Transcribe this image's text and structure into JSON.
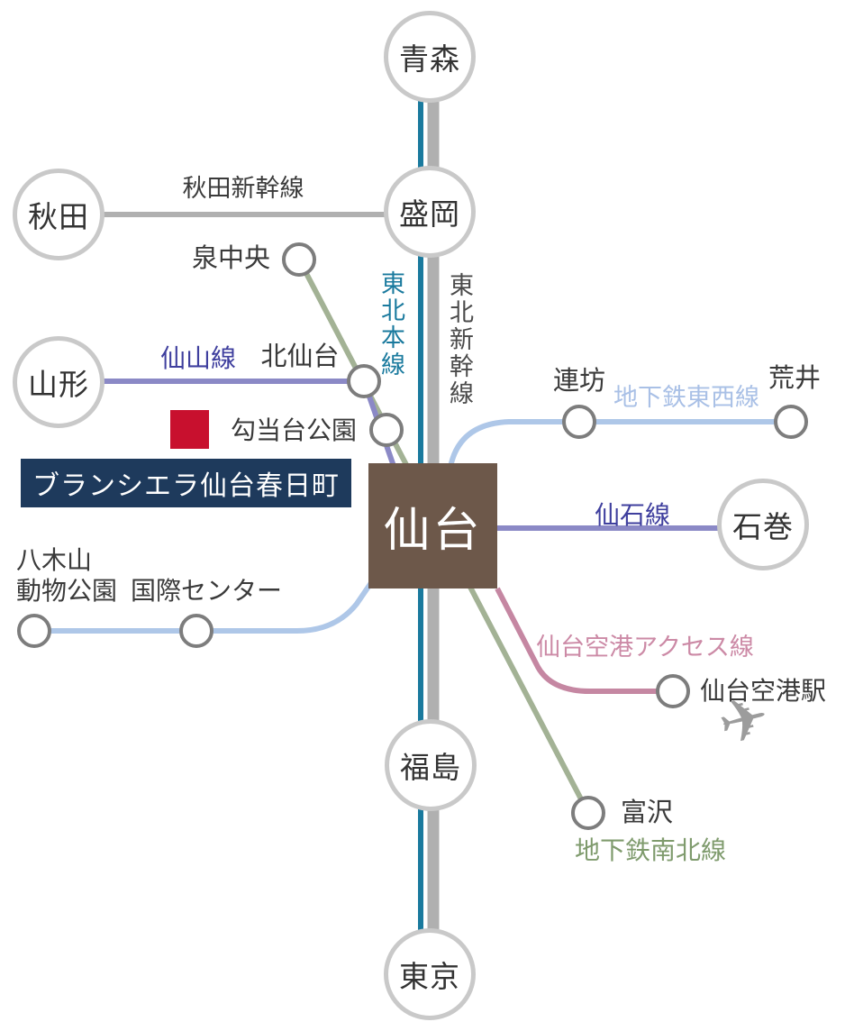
{
  "map": {
    "hub": {
      "label": "仙台",
      "bg_color": "#6d584a"
    },
    "property": {
      "label": "ブランシエラ仙台春日町",
      "bg_color": "#1e3a5c",
      "marker_color": "#c8102e"
    },
    "stations": {
      "aomori": "青森",
      "morioka": "盛岡",
      "akita": "秋田",
      "yamagata": "山形",
      "ishinomaki": "石巻",
      "fukushima": "福島",
      "tokyo": "東京",
      "izumi_chuo": "泉中央",
      "kita_sendai": "北仙台",
      "kotodai_koen": "勾当台公園",
      "rembo": "連坊",
      "arai": "荒井",
      "yagiyama_line1": "八木山",
      "yagiyama_line2": "動物公園",
      "kokusai_center": "国際センター",
      "sendai_airport": "仙台空港駅",
      "tomizawa": "富沢"
    },
    "lines": {
      "akita_shinkansen": {
        "label": "秋田新幹線",
        "color": "#b0b0b0",
        "label_color": "#3c3c3c"
      },
      "tohoku_shinkansen": {
        "label": "東北新幹線",
        "color": "#b0b0b0",
        "label_color": "#4a4a4a"
      },
      "tohoku_main": {
        "label": "東北本線",
        "color": "#1a7a9e",
        "label_color": "#1a7a9e"
      },
      "senzan": {
        "label": "仙山線",
        "color": "#8b89c6",
        "label_color": "#3f3f9e"
      },
      "senseki": {
        "label": "仙石線",
        "color": "#8b89c6",
        "label_color": "#3f3f9e"
      },
      "tozai_subway": {
        "label": "地下鉄東西線",
        "color": "#aec7e8",
        "label_color": "#a9c0e6"
      },
      "namboku_subway": {
        "label": "地下鉄南北線",
        "color": "#a3b295",
        "label_color": "#7f9b6d"
      },
      "airport_access": {
        "label": "仙台空港アクセス線",
        "color": "#c587a2",
        "label_color": "#cc8aa6"
      }
    },
    "icons": {
      "airplane": "✈"
    }
  }
}
